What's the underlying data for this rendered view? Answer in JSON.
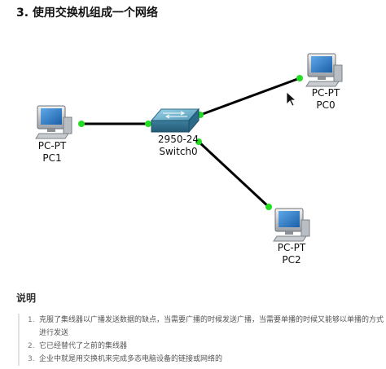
{
  "page": {
    "heading": "3. 使用交换机组成一个网络"
  },
  "topology": {
    "switch": {
      "model": "2950-24",
      "name": "Switch0"
    },
    "pcs": [
      {
        "type": "PC-PT",
        "name": "PC1"
      },
      {
        "type": "PC-PT",
        "name": "PC0"
      },
      {
        "type": "PC-PT",
        "name": "PC2"
      }
    ],
    "link_color": "#000000",
    "port_color": "#22dd22"
  },
  "notes": {
    "title": "说明",
    "items": [
      {
        "num": "1.",
        "text": "克服了集线器以广播发送数据的缺点，当需要广播的时候发送广播，当需要单播的时候又能够以单播的方式进行发送"
      },
      {
        "num": "2.",
        "text": "它已经替代了之前的集线器"
      },
      {
        "num": "3.",
        "text": "企业中就是用交换机来完成多态电脑设备的链接或网络的"
      }
    ]
  }
}
